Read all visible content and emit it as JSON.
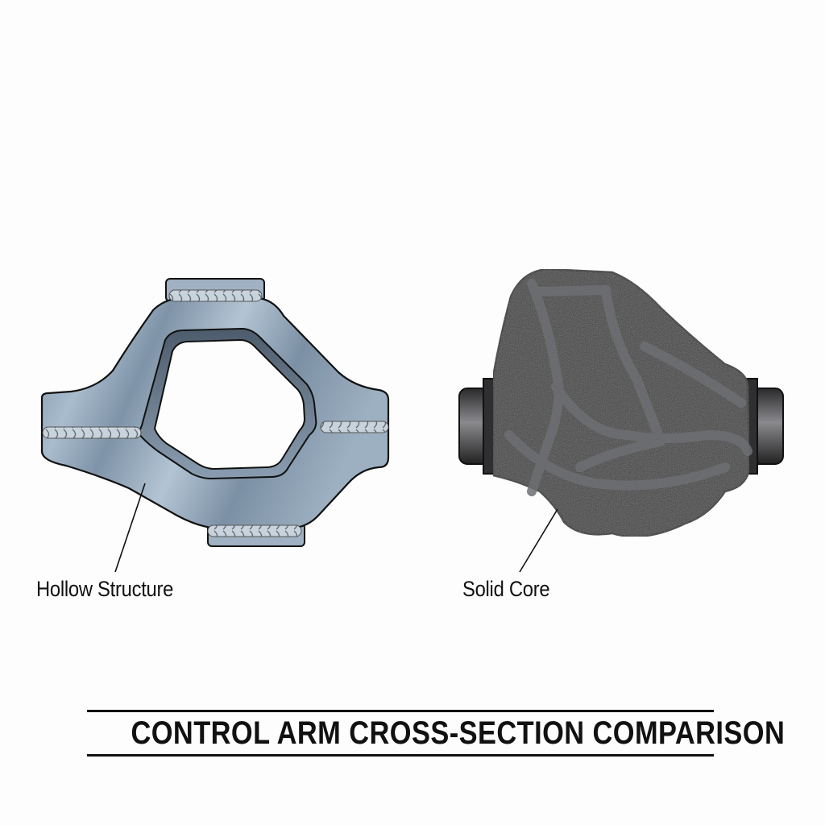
{
  "title": "CONTROL ARM CROSS-SECTION COMPARISON",
  "panels": [
    {
      "label": "Hollow Structure",
      "description": "Welded steel hollow control arm with central cavity and weld seams",
      "color": "#8fa2b5"
    },
    {
      "label": "Solid Core",
      "description": "Dark cast solid control arm with lattice-textured surface and bushing ends",
      "color": "#2e2e30"
    }
  ]
}
